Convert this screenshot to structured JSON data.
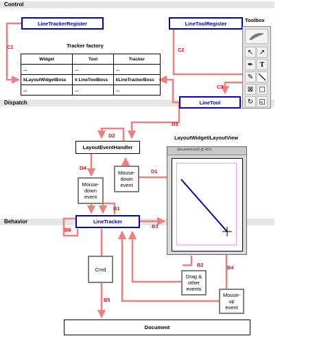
{
  "bands": {
    "control": "Control",
    "dispatch": "Dispatch",
    "behavior": "Behavior"
  },
  "boxes": {
    "line_tracker_register": "LineTrackerRegister",
    "line_tool_register": "LineToolRegister",
    "line_tool": "LineTool",
    "layout_event_handler": "LayoutEventHandler",
    "line_tracker": "LineTracker",
    "mouse_down_event_1": "Mouse-\ndown\nevent",
    "mouse_down_event_2": "Mouse-\ndown\nevent",
    "cmd": "Cmd",
    "drag_other_events": "Drag &\nother\nevents",
    "mouse_up_event": "Mouse-\nup\nevent",
    "document": "Document"
  },
  "captions": {
    "toolbox": "Toolbox",
    "tracker_factory": "Tracker factory",
    "layout_widget": "LayoutWidget/LayoutView"
  },
  "tracker_factory": {
    "headers": [
      "Widget",
      "Tool",
      "Tracker"
    ],
    "rows": [
      [
        "...",
        "...",
        "..."
      ],
      [
        "kLayoutWidgetBoss",
        "k LineToolBoss",
        "kLineTrackerBoss"
      ],
      [
        "...",
        "...",
        "..."
      ]
    ]
  },
  "layout_window_title": "document.indd @ 45%",
  "arrow_labels": {
    "c1": "C1",
    "c2": "C2",
    "c3": "C3",
    "d1": "D1",
    "d2": "D2",
    "d3": "D3",
    "d4": "D4",
    "b1": "B1",
    "b2": "B2",
    "b3": "B3",
    "b4": "B4",
    "b5": "B5",
    "b6": "B6"
  },
  "colors": {
    "arrow": "#f08080",
    "blue_box": "#0000cc",
    "band": "#e6e6e6",
    "label": "#e0101a"
  },
  "toolbox_icons": [
    "selection-arrow-icon",
    "direct-selection-icon",
    "pen-icon",
    "type-icon",
    "pencil-icon",
    "line-icon",
    "rectangle-frame-icon",
    "rectangle-icon",
    "rotate-icon",
    "scale-icon"
  ]
}
